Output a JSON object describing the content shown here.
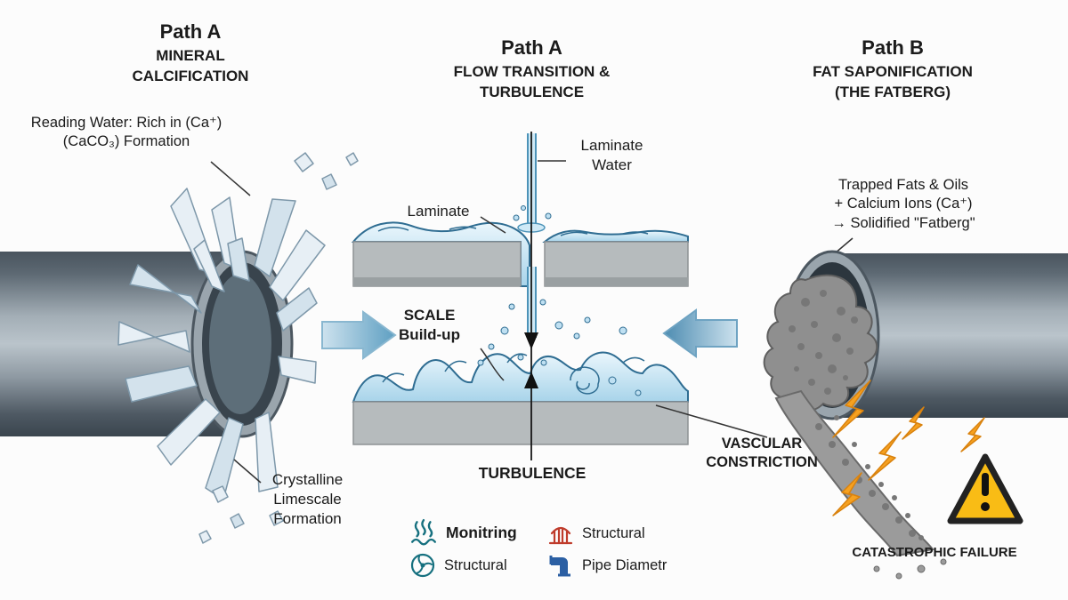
{
  "left": {
    "title": "Path A",
    "subtitle": "MINERAL\nCALCIFICATION",
    "reading_water_label": "Reading Water: Rich in (Ca⁺)\n(CaCO₃) Formation",
    "crystalline_label": "Crystalline\nLimescale\nFormation"
  },
  "center": {
    "title": "Path A",
    "subtitle": "FLOW TRANSITION &\nTURBULENCE",
    "laminate_water_label": "Laminate\nWater",
    "laminate_label": "Laminate",
    "scale_label": "SCALE\nBuild-up",
    "turbulence_label": "TURBULENCE"
  },
  "right": {
    "title": "Path B",
    "subtitle": "FAT SAPONIFICATION\n(THE FATBERG)",
    "trapped_label": "Trapped Fats & Oils\n+ Calcium Ions (Ca⁺)\n→ Solidified \"Fatberg\"",
    "vascular_label": "VASCULAR\nCONSTRICTION",
    "catastrophic_label": "CATASTROPHIC FAILURE"
  },
  "legend": {
    "items": [
      {
        "icon": "monitoring-icon",
        "label": "Monitring"
      },
      {
        "icon": "structural-arch-icon",
        "label": "Structural"
      },
      {
        "icon": "fan-icon",
        "label": "Structural"
      },
      {
        "icon": "pipe-diameter-icon",
        "label": "Pipe Diametr"
      }
    ]
  },
  "colors": {
    "pipe_gray": "#8d99a2",
    "water_blue": "#bfe0f2",
    "water_outline": "#2f6d92",
    "arrow_blue": "#5e9fc2",
    "bolt_orange": "#f6a120",
    "warning_yellow": "#f9bc15",
    "legend_teal": "#16707f",
    "legend_red": "#bf3b2b",
    "legend_blue": "#2b5fa3"
  }
}
